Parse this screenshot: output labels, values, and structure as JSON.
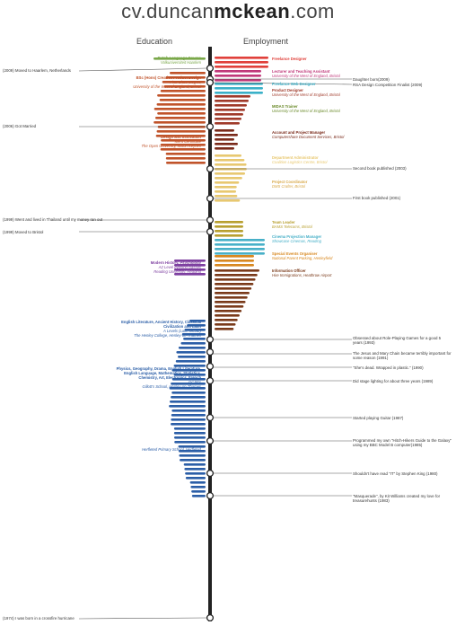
{
  "header": {
    "title_prefix": "cv.duncan",
    "title_bold": "mckean",
    "title_suffix": ".com"
  },
  "columns": {
    "left": "Education",
    "right": "Employment"
  },
  "education": [
    {
      "title": "Dutch Language Course",
      "sub": "Volkuniversiteit Haarlem",
      "color": "#7aa84a"
    },
    {
      "title": "BSc (Hons) Creative Product Design",
      "sub": "First Class Degree",
      "sub2": "University of the West of England, Bristol",
      "color": "#c0532a"
    },
    {
      "title": "Design and Innovation",
      "sub": "Merit Certificate",
      "sub2": "The Open University, Milton Keynes",
      "color": "#c0532a"
    },
    {
      "title": "Modern History, Psychology",
      "sub": "A2 Level evening classes",
      "sub2": "Reading University, Reading",
      "color": "#7d3fa0"
    },
    {
      "title": "English Literature, Ancient History, Classical Civilization and Latin",
      "sub": "A Levels (Latin GCSE)",
      "sub2": "The Henley College, Henley-on-Thames",
      "color": "#2b5ea7"
    },
    {
      "title": "Physics, Geography, Drama, English Literature, English Language, Mathematics, Statistics, Chemistry, Art, Electronics, French",
      "sub": "GCSEs",
      "sub2": "Gillott's School, Henley-on-Thames",
      "color": "#2b5ea7"
    },
    {
      "title": "",
      "sub": "Herfleted Primary School, Herfleted",
      "color": "#2b5ea7"
    }
  ],
  "employment": [
    {
      "title": "Freelance Designer",
      "sub": "",
      "color": "#e0403a"
    },
    {
      "title": "Lecturer and Teaching Assistant",
      "sub": "University of the West of England, Bristol",
      "color": "#c0397a"
    },
    {
      "title": "Freelance Web Designer",
      "sub": "",
      "color": "#3ab0c8"
    },
    {
      "title": "Product Designer",
      "sub": "University of the West of England, Bristol",
      "color": "#a03a2a"
    },
    {
      "title": "MIDAS Trainer",
      "sub": "University of the West of England, Bristol",
      "color": "#6a8a2a"
    },
    {
      "title": "Account and Project Manager",
      "sub": "Computershare Document Services, Bristol",
      "color": "#7a2a1a"
    },
    {
      "title": "Department Administrator",
      "sub": "Coalition Logistics Centre, Bristol",
      "color": "#e8c870"
    },
    {
      "title": "Project Coordinator",
      "sub": "DMS Crafter, Bristol",
      "color": "#d8a848"
    },
    {
      "title": "Team Leader",
      "sub": "BAMS Telecoms, Bristol",
      "color": "#b8a030"
    },
    {
      "title": "Cinema Projection Manager",
      "sub": "Showcase Cinemas, Reading",
      "color": "#48b0c8"
    },
    {
      "title": "Special Events Organiser",
      "sub": "National Parent Parking, Henleyfield",
      "color": "#d88820"
    },
    {
      "title": "Information Officer",
      "sub": "Hire Immigrations, Heathrow Airport",
      "color": "#7a3a1a"
    }
  ],
  "events_left": [
    "(2009) Moved to Haarlem, Netherlands",
    "(2006) Got Married",
    "(1999) Went and lived in Thailand until my money ran out",
    "(1999) Moved to Bristol",
    "(1974) I was born in a crossfire hurricane"
  ],
  "events_right": [
    "Daughter born(2009)",
    "RSA Design Competition Finalist (2009)",
    "Second book published (2003)",
    "First book published (2001)",
    "Obsessed about Role-Playing Games for a good 5 years (1993)",
    "The Jesus and Mary Chain became terribly important for some reason (1991)",
    "\"She's dead. Wrapped in plastic.\" (1990)",
    "Did stage lighting for about three years (1989)",
    "Started playing Guitar (1987)",
    "Programmed my own \"Hitch-Hikers Guide to the Galaxy\" using my BBC Model B computer(1985)",
    "Shouldn't have read \"IT\" by Stephen King (1980)",
    "\"Masquerade\", by Kit Williams created my love for treasurehunts (1983)"
  ]
}
